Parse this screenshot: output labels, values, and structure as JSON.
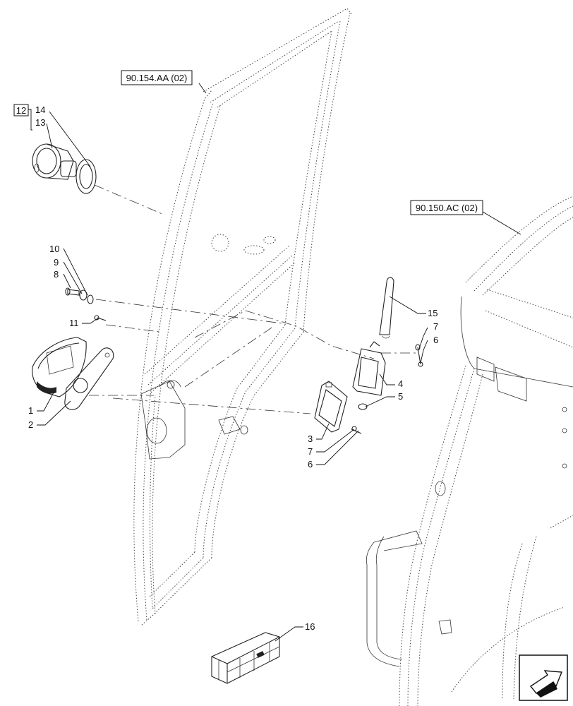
{
  "refs": {
    "door_ref": "90.154.AA (02)",
    "cab_ref": "90.150.AC (02)"
  },
  "kit_label": "12",
  "callouts": {
    "c1": "1",
    "c2": "2",
    "c3": "3",
    "c4": "4",
    "c5": "5",
    "c6a": "6",
    "c6b": "6",
    "c7a": "7",
    "c7b": "7",
    "c8": "8",
    "c9": "9",
    "c10": "10",
    "c11": "11",
    "c13": "13",
    "c14": "14",
    "c15": "15",
    "c16": "16"
  },
  "icons": {
    "nav": "arrow-icon"
  }
}
